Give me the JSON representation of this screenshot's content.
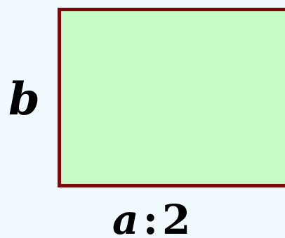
{
  "diagram": {
    "side_label": "b",
    "bottom_label_var": "a",
    "bottom_label_op": ":",
    "bottom_label_num": "2",
    "colors": {
      "background": "#f0f9fd",
      "rect_fill": "#c6fcc6",
      "rect_border": "#7a0b0b",
      "text": "#000000"
    }
  }
}
